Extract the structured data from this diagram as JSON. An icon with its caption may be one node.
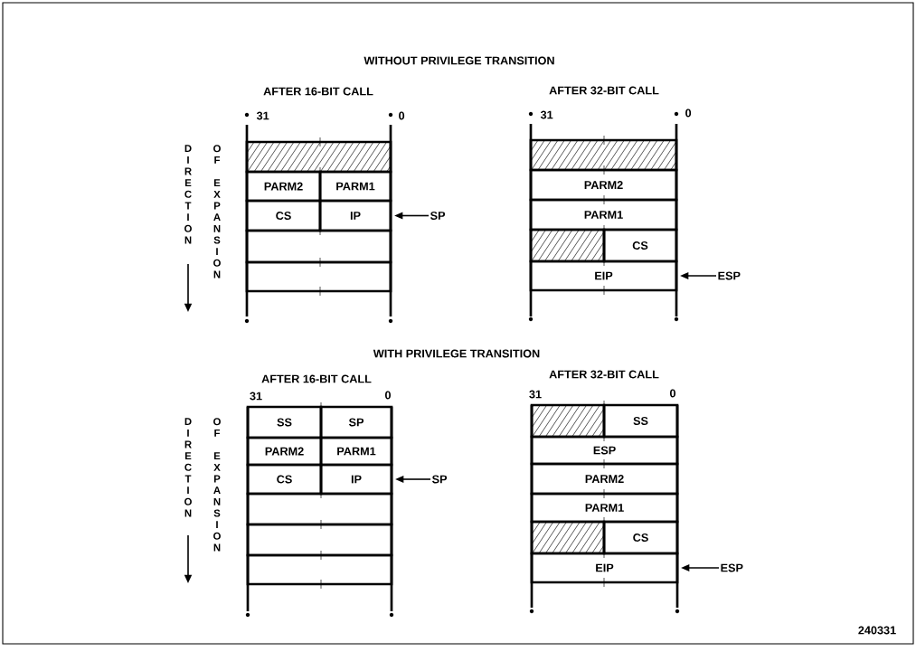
{
  "diagram": {
    "nodes": [
      {
        "text": [],
        "shape": "box"
      },
      {
        "text": [
          "PARM2"
        ]
      },
      {
        "text": [
          "PARM1"
        ]
      },
      {
        "text": [
          "CS"
        ]
      },
      {
        "text": [
          "IP"
        ]
      },
      {
        "text": [],
        "shape": "box"
      },
      {
        "text": [],
        "shape": "box"
      },
      {
        "text": [
          "SP"
        ]
      },
      {
        "text": [],
        "shape": "box"
      },
      {
        "text": [
          "PARM2"
        ]
      },
      {
        "text": [
          "PARM1"
        ]
      },
      {
        "text": [],
        "shape": "box"
      },
      {
        "text": [
          "CS"
        ]
      },
      {
        "text": [
          "EIP"
        ]
      },
      {
        "text": [
          "ESP"
        ]
      },
      {
        "text": [
          "SS"
        ]
      },
      {
        "text": [
          "SP"
        ]
      },
      {
        "text": [
          "PARM2"
        ]
      },
      {
        "text": [
          "PARM1"
        ]
      },
      {
        "text": [
          "CS"
        ]
      },
      {
        "text": [
          "IP"
        ]
      },
      {
        "text": [],
        "shape": "box"
      },
      {
        "text": [],
        "shape": "box"
      },
      {
        "text": [],
        "shape": "box"
      },
      {
        "text": [
          "SP"
        ]
      },
      {
        "text": [],
        "shape": "box"
      },
      {
        "text": [
          "SS"
        ]
      },
      {
        "text": [
          "ESP"
        ]
      },
      {
        "text": [
          "PARM2"
        ]
      },
      {
        "text": [
          "PARM1"
        ]
      },
      {
        "text": [],
        "shape": "box"
      },
      {
        "text": [
          "CS"
        ]
      },
      {
        "text": [
          "EIP"
        ]
      },
      {
        "text": [
          "ESP"
        ]
      }
    ],
    "edges": [
      {
        "from": 7,
        "to": 4,
        "arrow": "to"
      },
      {
        "from": 14,
        "to": 13,
        "arrow": "to"
      },
      {
        "from": 24,
        "to": 20,
        "arrow": "to"
      },
      {
        "from": 33,
        "to": 32,
        "arrow": "to"
      }
    ],
    "labels": [
      "WITHOUT PRIVILEGE TRANSITION",
      "AFTER 16-BIT CALL",
      "AFTER 32-BIT CALL",
      "31",
      "0",
      "31",
      "0",
      "DIRECTION",
      "OF",
      "EXPANSION",
      "WITH PRIVILEGE TRANSITION",
      "AFTER 16-BIT CALL",
      "AFTER 32-BIT CALL",
      "31",
      "0",
      "31",
      "0",
      "DIRECTION",
      "OF",
      "EXPANSION",
      "240331"
    ]
  }
}
